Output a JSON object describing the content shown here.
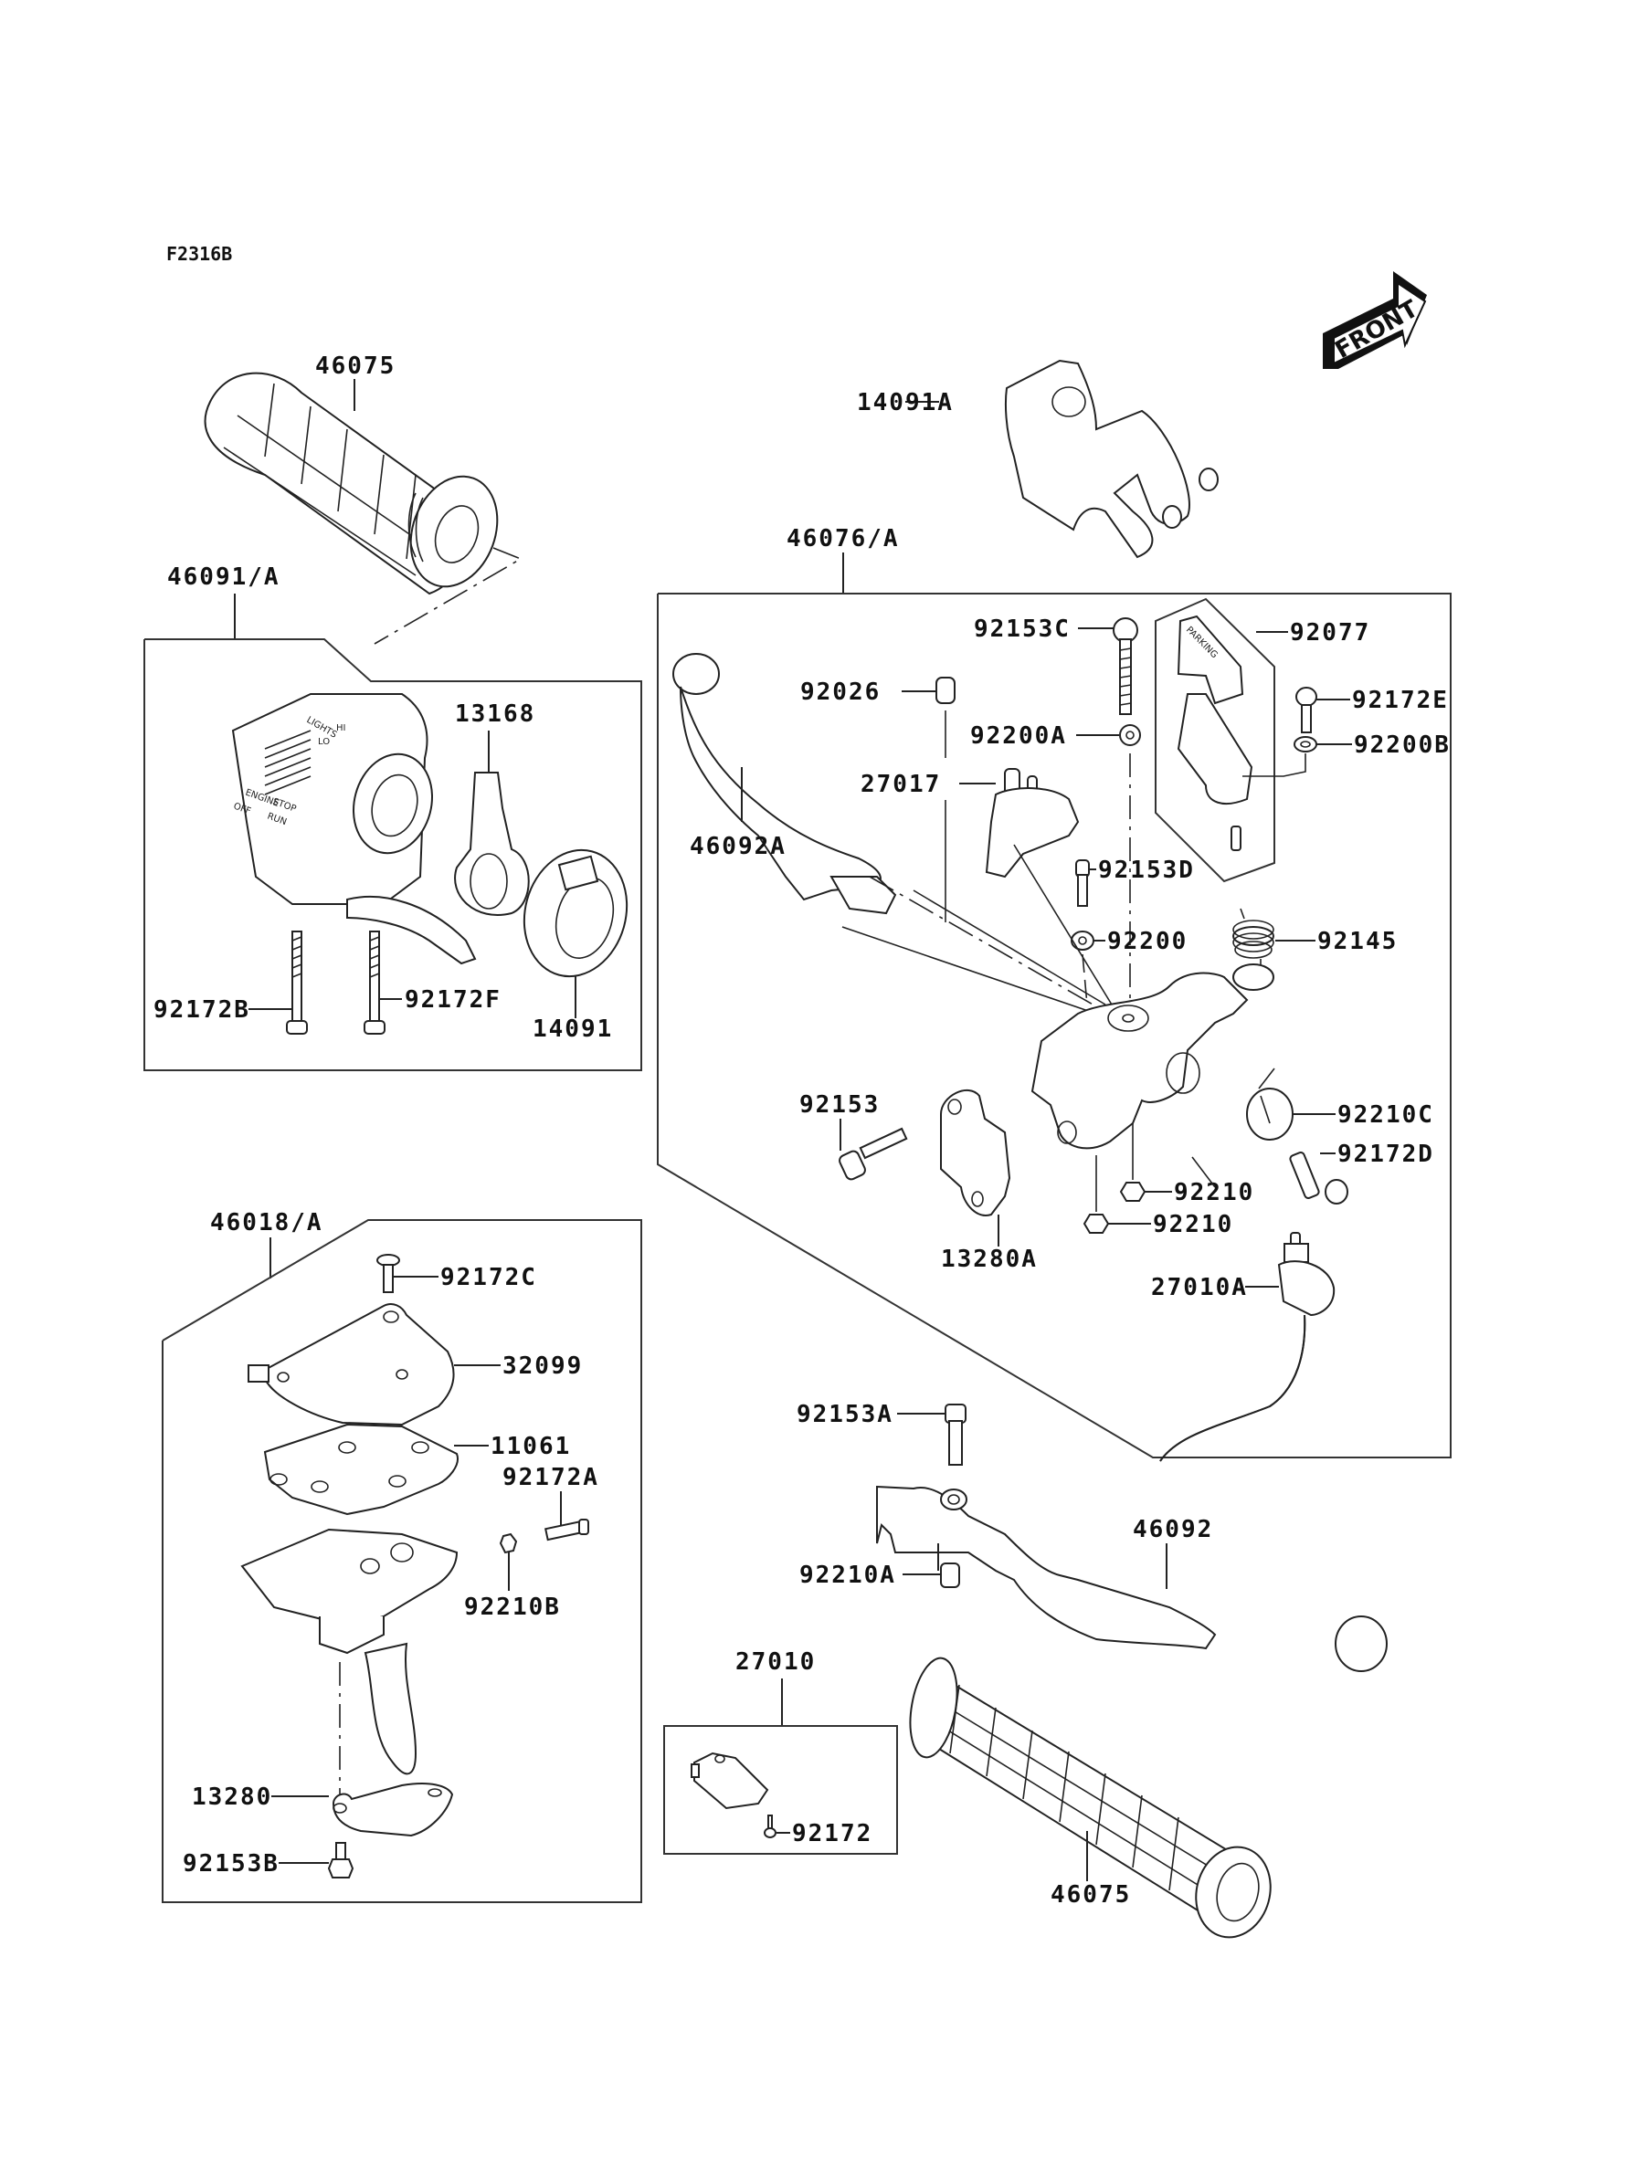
{
  "diagram": {
    "code": "F2316B",
    "front_indicator": "FRONT",
    "assemblies": [
      {
        "id": "46091/A",
        "name": "left-switch-assembly"
      },
      {
        "id": "46076/A",
        "name": "brake-lever-assembly"
      },
      {
        "id": "46018/A",
        "name": "throttle-case-assembly"
      },
      {
        "id": "27010",
        "name": "switch-box"
      }
    ],
    "labels": {
      "grip_top": "46075",
      "assy_46091": "46091/A",
      "p13168": "13168",
      "p92172B": "92172B",
      "p92172F": "92172F",
      "p14091": "14091",
      "p14091A": "14091A",
      "assy_46076": "46076/A",
      "p92153C": "92153C",
      "p92077": "92077",
      "p92026": "92026",
      "p92172E": "92172E",
      "p92200A": "92200A",
      "p92200B": "92200B",
      "p27017": "27017",
      "p46092A": "46092A",
      "p92153D": "92153D",
      "p92145": "92145",
      "p92200": "92200",
      "p92153": "92153",
      "p92210C": "92210C",
      "p92172D": "92172D",
      "p92210_a": "92210",
      "p92210_b": "92210",
      "p13280A": "13280A",
      "p27010A": "27010A",
      "assy_46018": "46018/A",
      "p92172C": "92172C",
      "p32099": "32099",
      "p11061": "11061",
      "p92172A": "92172A",
      "p92210B": "92210B",
      "p13280": "13280",
      "p92153B": "92153B",
      "p92153A": "92153A",
      "p46092": "46092",
      "p92210A": "92210A",
      "assy_27010": "27010",
      "p92172": "92172",
      "grip_bottom": "46075"
    },
    "part_markings": {
      "switch_lights": "LIGHTS",
      "switch_hi": "HI",
      "switch_lo": "LO",
      "switch_engine": "ENGINE",
      "switch_off": "OFF",
      "switch_stop": "STOP",
      "switch_run": "RUN",
      "parking": "PARKING"
    }
  }
}
